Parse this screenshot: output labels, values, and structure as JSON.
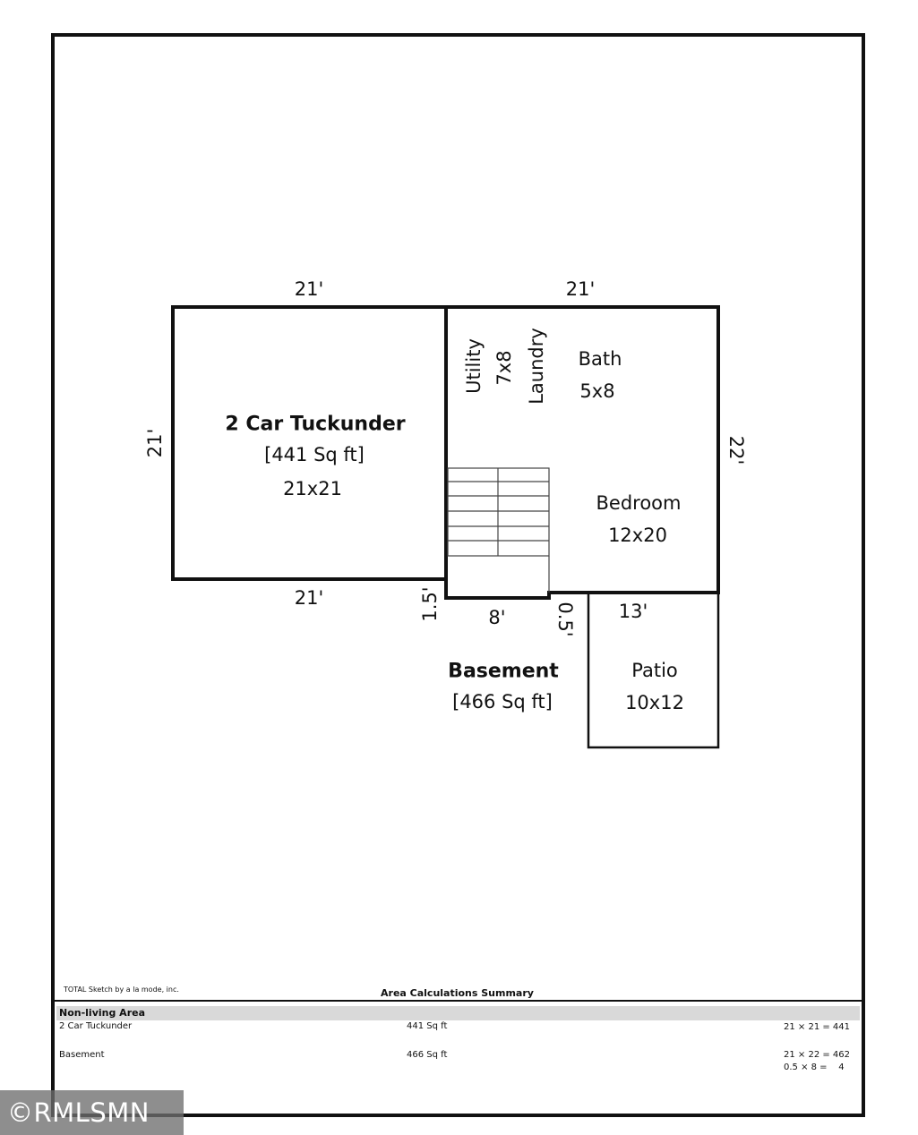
{
  "rooms": {
    "garage": {
      "name": "2 Car Tuckunder",
      "area": "[441 Sq ft]",
      "dims": "21x21"
    },
    "utility": {
      "name": "Utility",
      "dims": "7x8",
      "second": "Laundry"
    },
    "bath": {
      "name": "Bath",
      "dims": "5x8"
    },
    "bedroom": {
      "name": "Bedroom",
      "dims": "12x20"
    },
    "basement": {
      "name": "Basement",
      "area": "[466 Sq ft]"
    },
    "patio": {
      "name": "Patio",
      "dims": "10x12"
    }
  },
  "dimensions": {
    "garage_top": "21'",
    "garage_left": "21'",
    "garage_bottom": "21'",
    "main_top": "21'",
    "main_right": "22'",
    "step_left": "1.5'",
    "step_bottom": "8'",
    "step_right": "0.5'",
    "patio_top": "13'"
  },
  "footer": {
    "software": "TOTAL Sketch by a la mode, inc.",
    "summary_title": "Area Calculations Summary",
    "section_header": "Non-living Area",
    "rows": [
      {
        "name": "2 Car Tuckunder",
        "area": "441 Sq ft",
        "calc": [
          "21 × 21 = 441"
        ]
      },
      {
        "name": "Basement",
        "area": "466 Sq ft",
        "calc": [
          "21 × 22 = 462",
          "0.5 × 8 =    4"
        ]
      }
    ]
  },
  "watermark": "©RMLSMN"
}
